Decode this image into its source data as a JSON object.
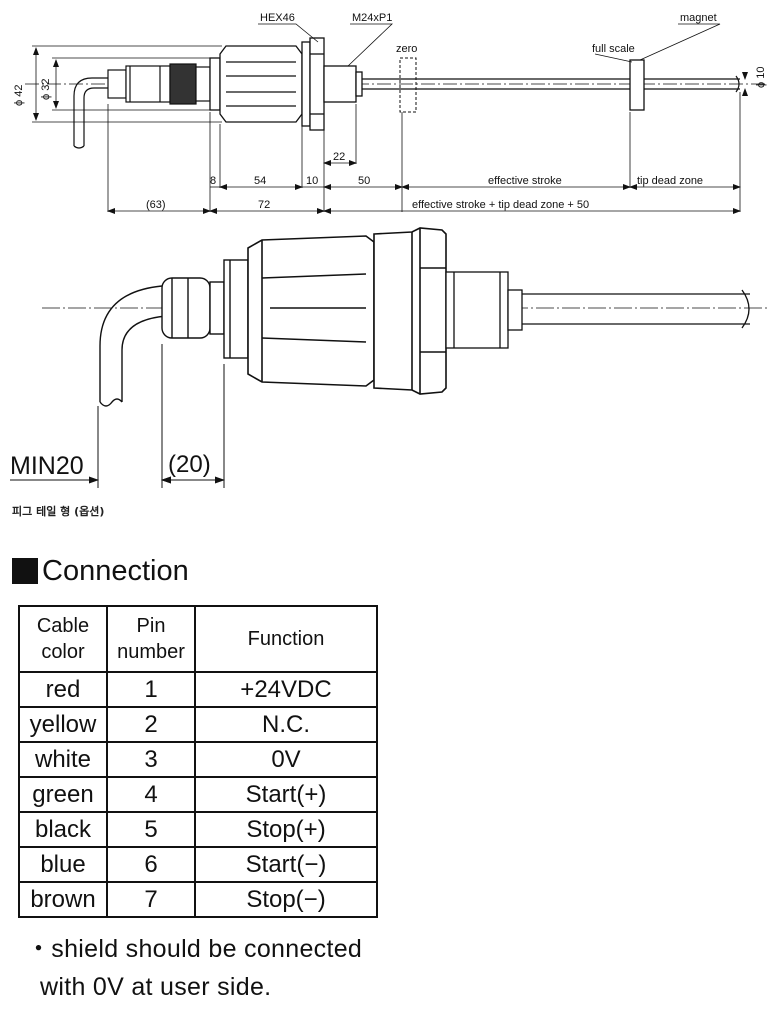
{
  "drawing1": {
    "labels": {
      "hex": "HEX46",
      "thread": "M24xP1",
      "magnet": "magnet",
      "zero": "zero",
      "full_scale": "full scale",
      "dia_rod": "ϕ 10",
      "dia_42": "ϕ 42",
      "dia_32": "ϕ 32"
    },
    "dimensions": {
      "d22": "22",
      "d8": "8",
      "d54": "54",
      "d10": "10",
      "d50": "50",
      "effective_stroke": "effective stroke",
      "tip_dead_zone": "tip dead zone",
      "d63": "(63)",
      "d72": "72",
      "total": "effective stroke + tip dead zone + 50"
    }
  },
  "drawing2": {
    "min": "MIN20",
    "d20": "(20)"
  },
  "caption": "피그 테일 형 (옵션)",
  "section_title": "Connection",
  "table": {
    "headers": [
      "Cable color",
      "Pin number",
      "Function"
    ],
    "rows": [
      [
        "red",
        "1",
        "+24VDC"
      ],
      [
        "yellow",
        "2",
        "N.C."
      ],
      [
        "white",
        "3",
        "0V"
      ],
      [
        "green",
        "4",
        "Start(+)"
      ],
      [
        "black",
        "5",
        "Stop(+)"
      ],
      [
        "blue",
        "6",
        "Start(−)"
      ],
      [
        "brown",
        "7",
        "Stop(−)"
      ]
    ]
  },
  "note": {
    "line1": "・shield should be connected",
    "line2": "with 0V at user side."
  }
}
